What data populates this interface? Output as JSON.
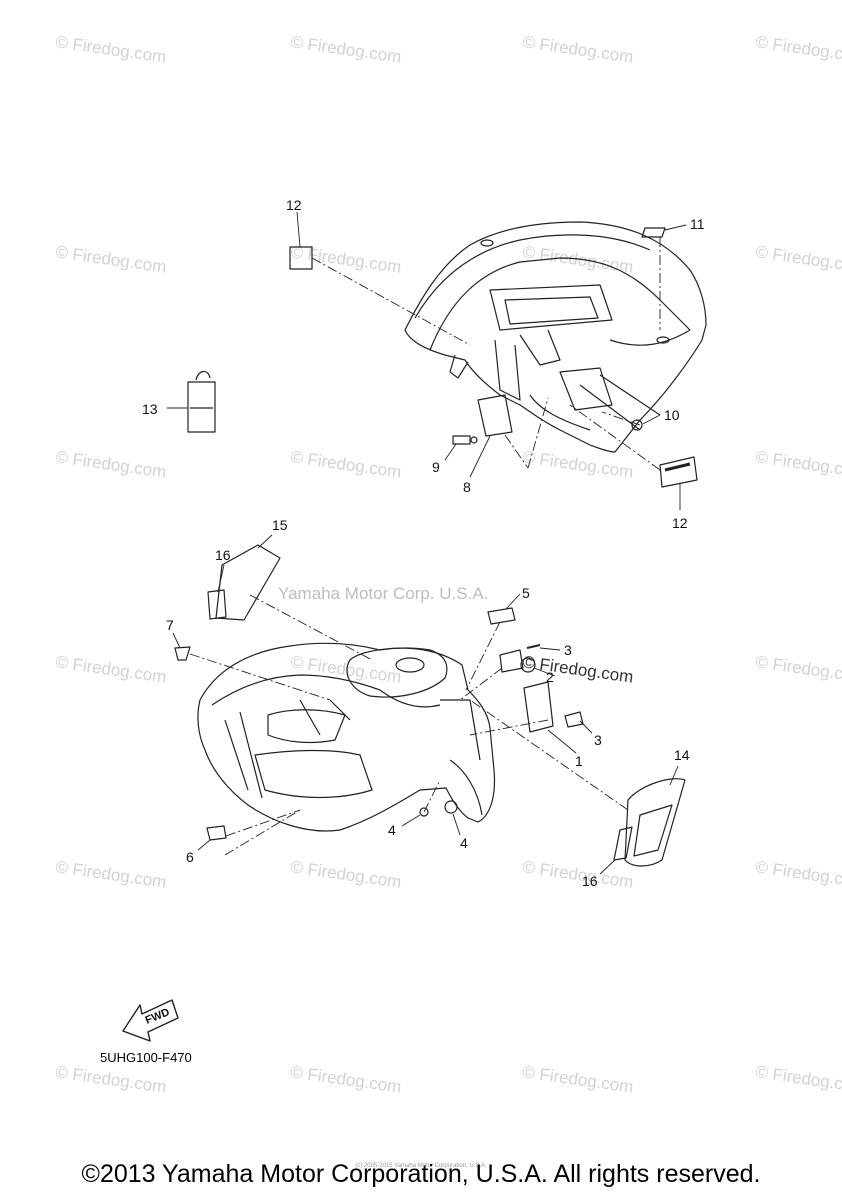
{
  "watermark_text": "© Firedog.com",
  "center_mark": "Yamaha Motor Corp. U.S.A.",
  "site_mark": "© Firedog.com",
  "diagram_code": "5UHG100-F470",
  "fwd_label": "FWD",
  "tiny_line": "(c) 2005-2015 Yamaha Motor Corporation, U.S.A.",
  "copyright": "©2013 Yamaha Motor Corporation, U.S.A. All rights reserved.",
  "callouts": [
    "12",
    "11",
    "13",
    "10",
    "9",
    "8",
    "12",
    "15",
    "16",
    "7",
    "5",
    "3",
    "2",
    "3",
    "1",
    "14",
    "4",
    "4",
    "6",
    "16"
  ]
}
